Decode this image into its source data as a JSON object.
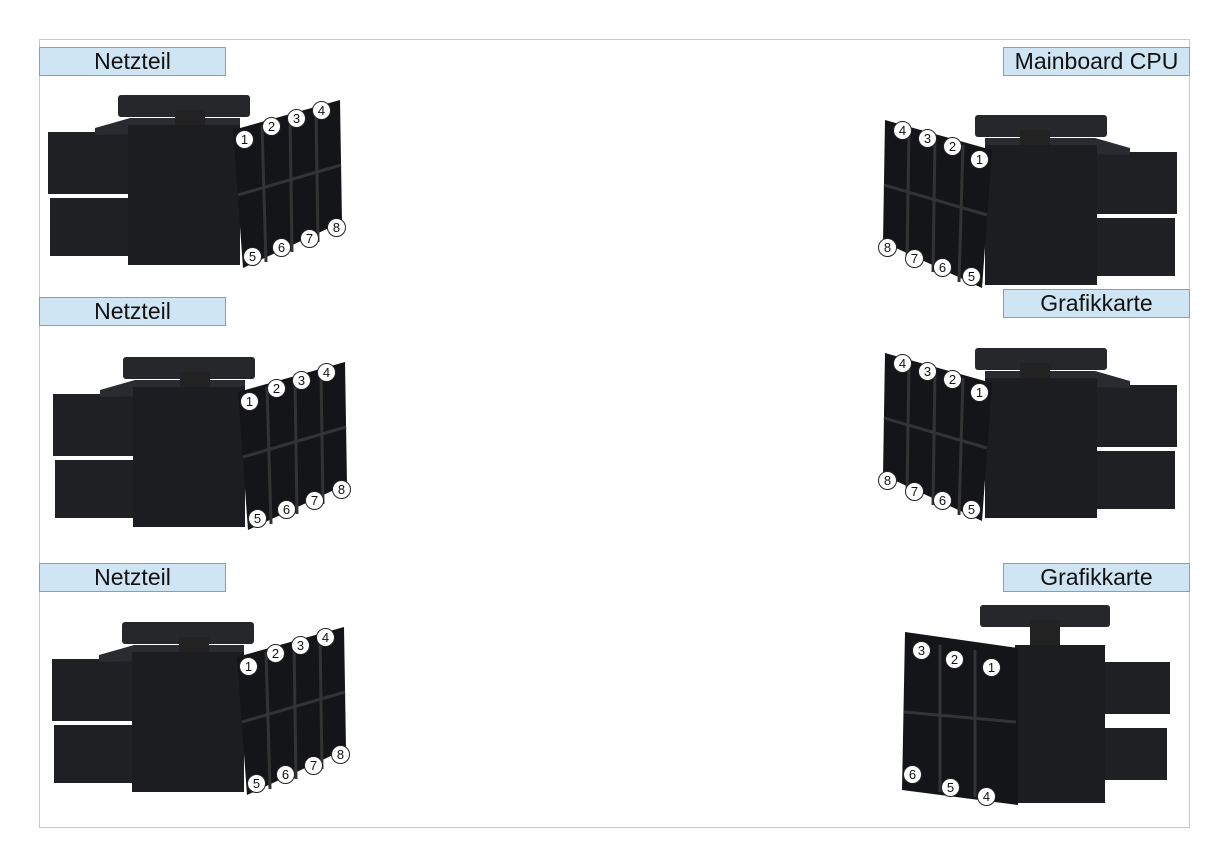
{
  "connectors": [
    {
      "label": "Netzteil",
      "side": "left",
      "type": "8-pin",
      "pins": [
        "1",
        "2",
        "3",
        "4",
        "5",
        "6",
        "7",
        "8"
      ]
    },
    {
      "label": "Netzteil",
      "side": "left",
      "type": "8-pin",
      "pins": [
        "1",
        "2",
        "3",
        "4",
        "5",
        "6",
        "7",
        "8"
      ]
    },
    {
      "label": "Netzteil",
      "side": "left",
      "type": "8-pin",
      "pins": [
        "1",
        "2",
        "3",
        "4",
        "5",
        "6",
        "7",
        "8"
      ]
    },
    {
      "label": "Mainboard CPU",
      "side": "right",
      "type": "8-pin",
      "pins": [
        "1",
        "2",
        "3",
        "4",
        "5",
        "6",
        "7",
        "8"
      ]
    },
    {
      "label": "Grafikkarte",
      "side": "right",
      "type": "8-pin",
      "pins": [
        "1",
        "2",
        "3",
        "4",
        "5",
        "6",
        "7",
        "8"
      ]
    },
    {
      "label": "Grafikkarte",
      "side": "right",
      "type": "6-pin",
      "pins": [
        "1",
        "2",
        "3",
        "4",
        "5",
        "6"
      ]
    }
  ],
  "colors": {
    "label_bg": "#cfe5f3",
    "connector": "#1b1c1f"
  }
}
